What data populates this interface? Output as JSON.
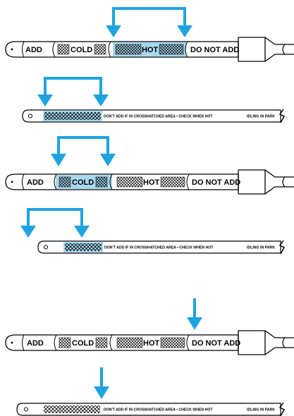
{
  "colors": {
    "highlight": "#a8d8ee",
    "arrow": "#1fa3e0",
    "ink": "#000000",
    "background": "#ffffff"
  },
  "dipstick_labels": {
    "add": "ADD",
    "cold": "COLD",
    "hot": "HOT",
    "do_not_add": "DO NOT ADD"
  },
  "gauge_labels": {
    "warning": "DON'T ADD IF IN CROSSHATCHED AREA • CHECK WHEN HOT",
    "idling": "IDLING IN PARK"
  },
  "panels": [
    {
      "kind": "dipstick",
      "highlight": "hot",
      "arrow": "bracket"
    },
    {
      "kind": "gauge",
      "highlight": "hatch",
      "arrow": "bracket"
    },
    {
      "kind": "dipstick",
      "highlight": "cold",
      "arrow": "bracket"
    },
    {
      "kind": "gauge",
      "highlight": "hatch",
      "arrow": "bracket"
    },
    {
      "kind": "dipstick",
      "highlight": "none",
      "arrow": "single"
    },
    {
      "kind": "gauge",
      "highlight": "none",
      "arrow": "single"
    }
  ]
}
